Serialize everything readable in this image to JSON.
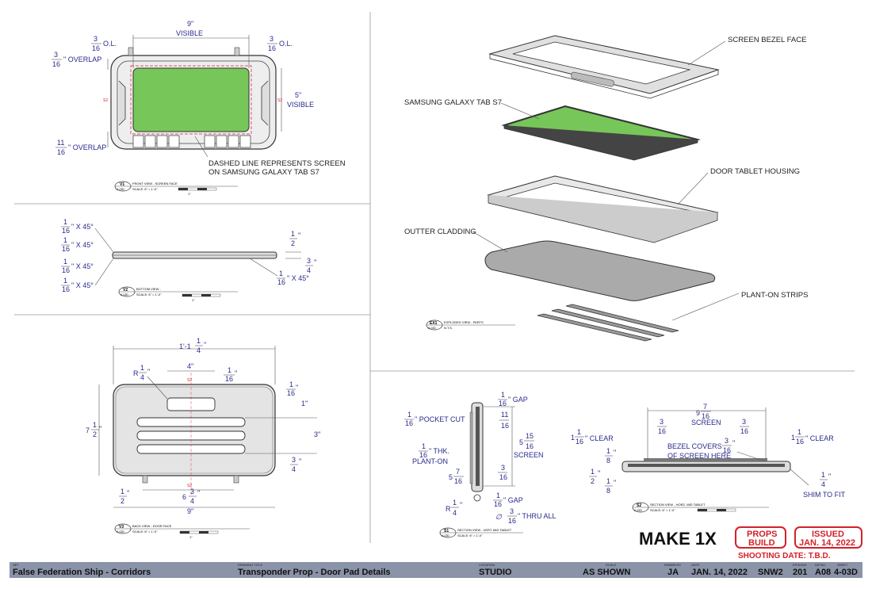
{
  "views": {
    "front": {
      "dims": {
        "visible_w": "9\"",
        "visible_w_sub": "VISIBLE",
        "ol_left": "O.L.",
        "ol_right": "O.L.",
        "overlap_top": "\" OVERLAP",
        "visible_h": "5\"",
        "visible_h_sub": "VISIBLE",
        "overlap_bottom": "\" OVERLAP"
      },
      "note_line1": "DASHED LINE REPRESENTS SCREEN",
      "note_line2": "ON SAMSUNG GALAXY TAB S7",
      "tag_id": "V1",
      "tag_sheet": "A-02D",
      "tag_title": "FRONT VIEW - SCREEN FACE",
      "tag_scale": "SCALE: 6\" = 1'-0\"",
      "bar_label": "1\""
    },
    "bottom": {
      "x45": "\" X 45°",
      "d_half": "2",
      "d_3_4": "4",
      "tag_id": "V2",
      "tag_sheet": "A-02D",
      "tag_title": "BOTTOM VIEW -",
      "tag_scale": "SCALE: 6\" = 1'-0\"",
      "bar_label": "1\""
    },
    "back": {
      "overall": "1'-1",
      "radius": "R",
      "slot_w": "4\"",
      "slot_r": "16",
      "tall": "7",
      "three": "3\"",
      "one": "1\"",
      "sub_6": "6",
      "nine": "9\"",
      "tag_id": "V3",
      "tag_sheet": "A-02D",
      "tag_title": "BACK VIEW - DOOR FACE",
      "tag_scale": "SCALE: 6\" = 1'-0\"",
      "bar_label": "1\""
    },
    "exploded": {
      "label_bezel": "SCREEN BEZEL FACE",
      "label_tab": "SAMSUNG GALAXY TAB S7",
      "label_housing": "DOOR TABLET HOUSING",
      "label_cladding": "OUTTER CLADDING",
      "label_strips": "PLANT-ON STRIPS",
      "tag_id": "EX1",
      "tag_sheet": "A-02D",
      "tag_title": "EXPLODED VIEW - PARTS",
      "tag_scale": "N.T.S."
    },
    "vert": {
      "gap_top": "\" GAP",
      "pocket": "\" POCKET CUT",
      "thk": "\" THK.",
      "planton": "PLANT-ON",
      "screen": "SCREEN",
      "gap_bot": "\" GAP",
      "thru": "\" THRU ALL",
      "radius": "R",
      "tag_id": "S1",
      "tag_sheet": "A-02D",
      "tag_title": "SECTION VIEW - VERT. MID TABLET",
      "tag_scale": "SCALE: 6\" = 1'-0\""
    },
    "horiz": {
      "screen": "SCREEN",
      "clear_l": "\" CLEAR",
      "clear_r": "\" CLEAR",
      "bezel1": "BEZEL COVERS",
      "bezel2": "OF SCREEN HERE",
      "shim": "SHIM TO FIT",
      "tag_id": "S2",
      "tag_sheet": "A-02D",
      "tag_title": "SECTION VIEW - HORZ. MID TABLET",
      "tag_scale": "SCALE: 6\" = 1'-0\""
    }
  },
  "status": {
    "make": "MAKE 1X",
    "props1": "PROPS",
    "props2": "BUILD",
    "issued1": "ISSUED",
    "issued2": "JAN. 14, 2022",
    "shooting": "SHOOTING DATE: T.B.D."
  },
  "title_block": {
    "set_label": "SET",
    "set": "False Federation Ship - Corridors",
    "drawing_label": "DRAWING TITLE",
    "drawing": "Transponder Prop - Door Pad Details",
    "location_label": "LOCATION",
    "location": "STUDIO",
    "scale_label": "SCALE",
    "scale": "AS SHOWN",
    "drawn_label": "DRAWN BY",
    "drawn": "JA",
    "date_label": "DATE",
    "date": "JAN. 14, 2022",
    "ep_code": "SNW2",
    "episode_label": "EPISODE",
    "episode": "201",
    "detail_label": "DETAIL",
    "detail": "A08",
    "sheet_label": "SHEET",
    "sheet": "4-03D"
  },
  "colors": {
    "screen_green": "#77c65a",
    "title_bar": "#8a93a8",
    "dim_text": "#2a2a8c",
    "stamp_red": "#d2222a"
  }
}
